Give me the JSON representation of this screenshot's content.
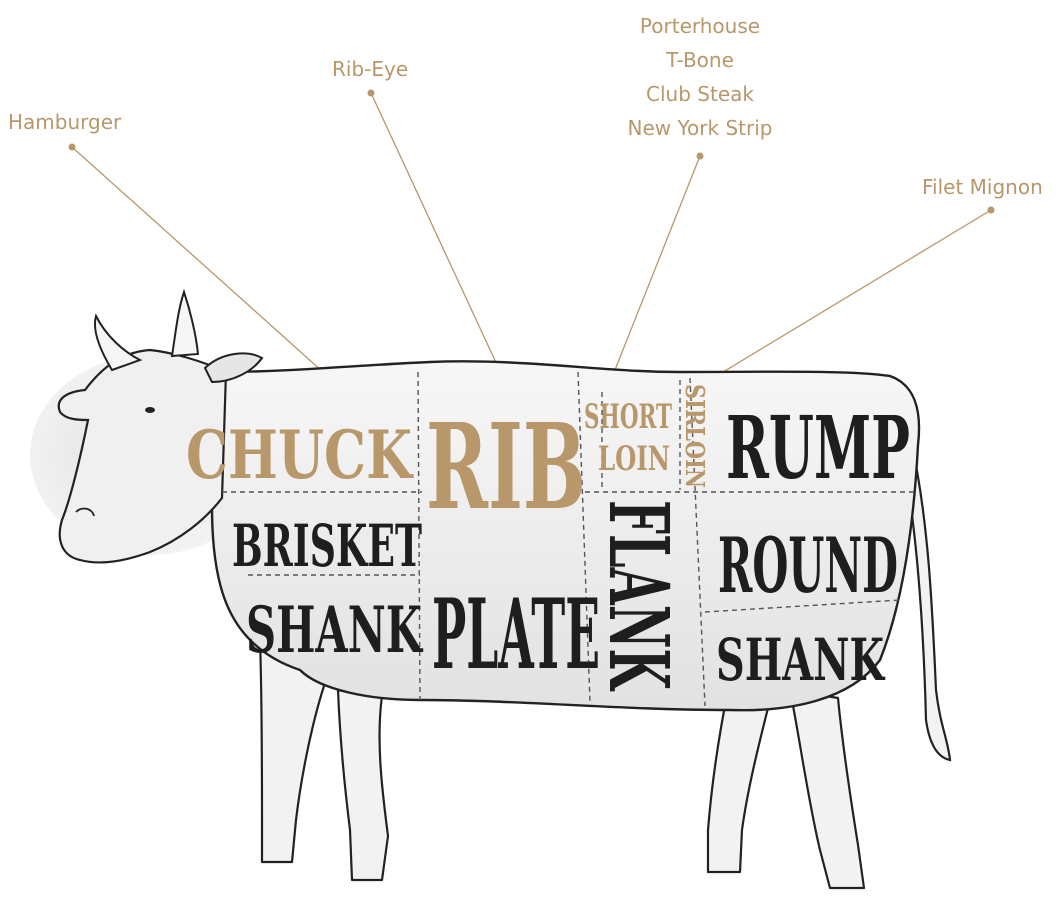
{
  "colors": {
    "accent": "#b8976a",
    "ink": "#1e1e1e",
    "shade": "#cfcfcf"
  },
  "callouts": {
    "hamburger": [
      "Hamburger"
    ],
    "ribeye": [
      "Rib-Eye"
    ],
    "shortloin": [
      "Porterhouse",
      "T-Bone",
      "Club Steak",
      "New York Strip"
    ],
    "filet": [
      "Filet Mignon"
    ]
  },
  "cuts": {
    "chuck": "CHUCK",
    "rib": "RIB",
    "short": "SHORT",
    "loin": "LOIN",
    "sirloin": "SIRLOIN",
    "rump": "RUMP",
    "brisket": "BRISKET",
    "shank_front": "SHANK",
    "plate": "PLATE",
    "flank": "FLANK",
    "round": "ROUND",
    "shank_hind": "SHANK"
  }
}
